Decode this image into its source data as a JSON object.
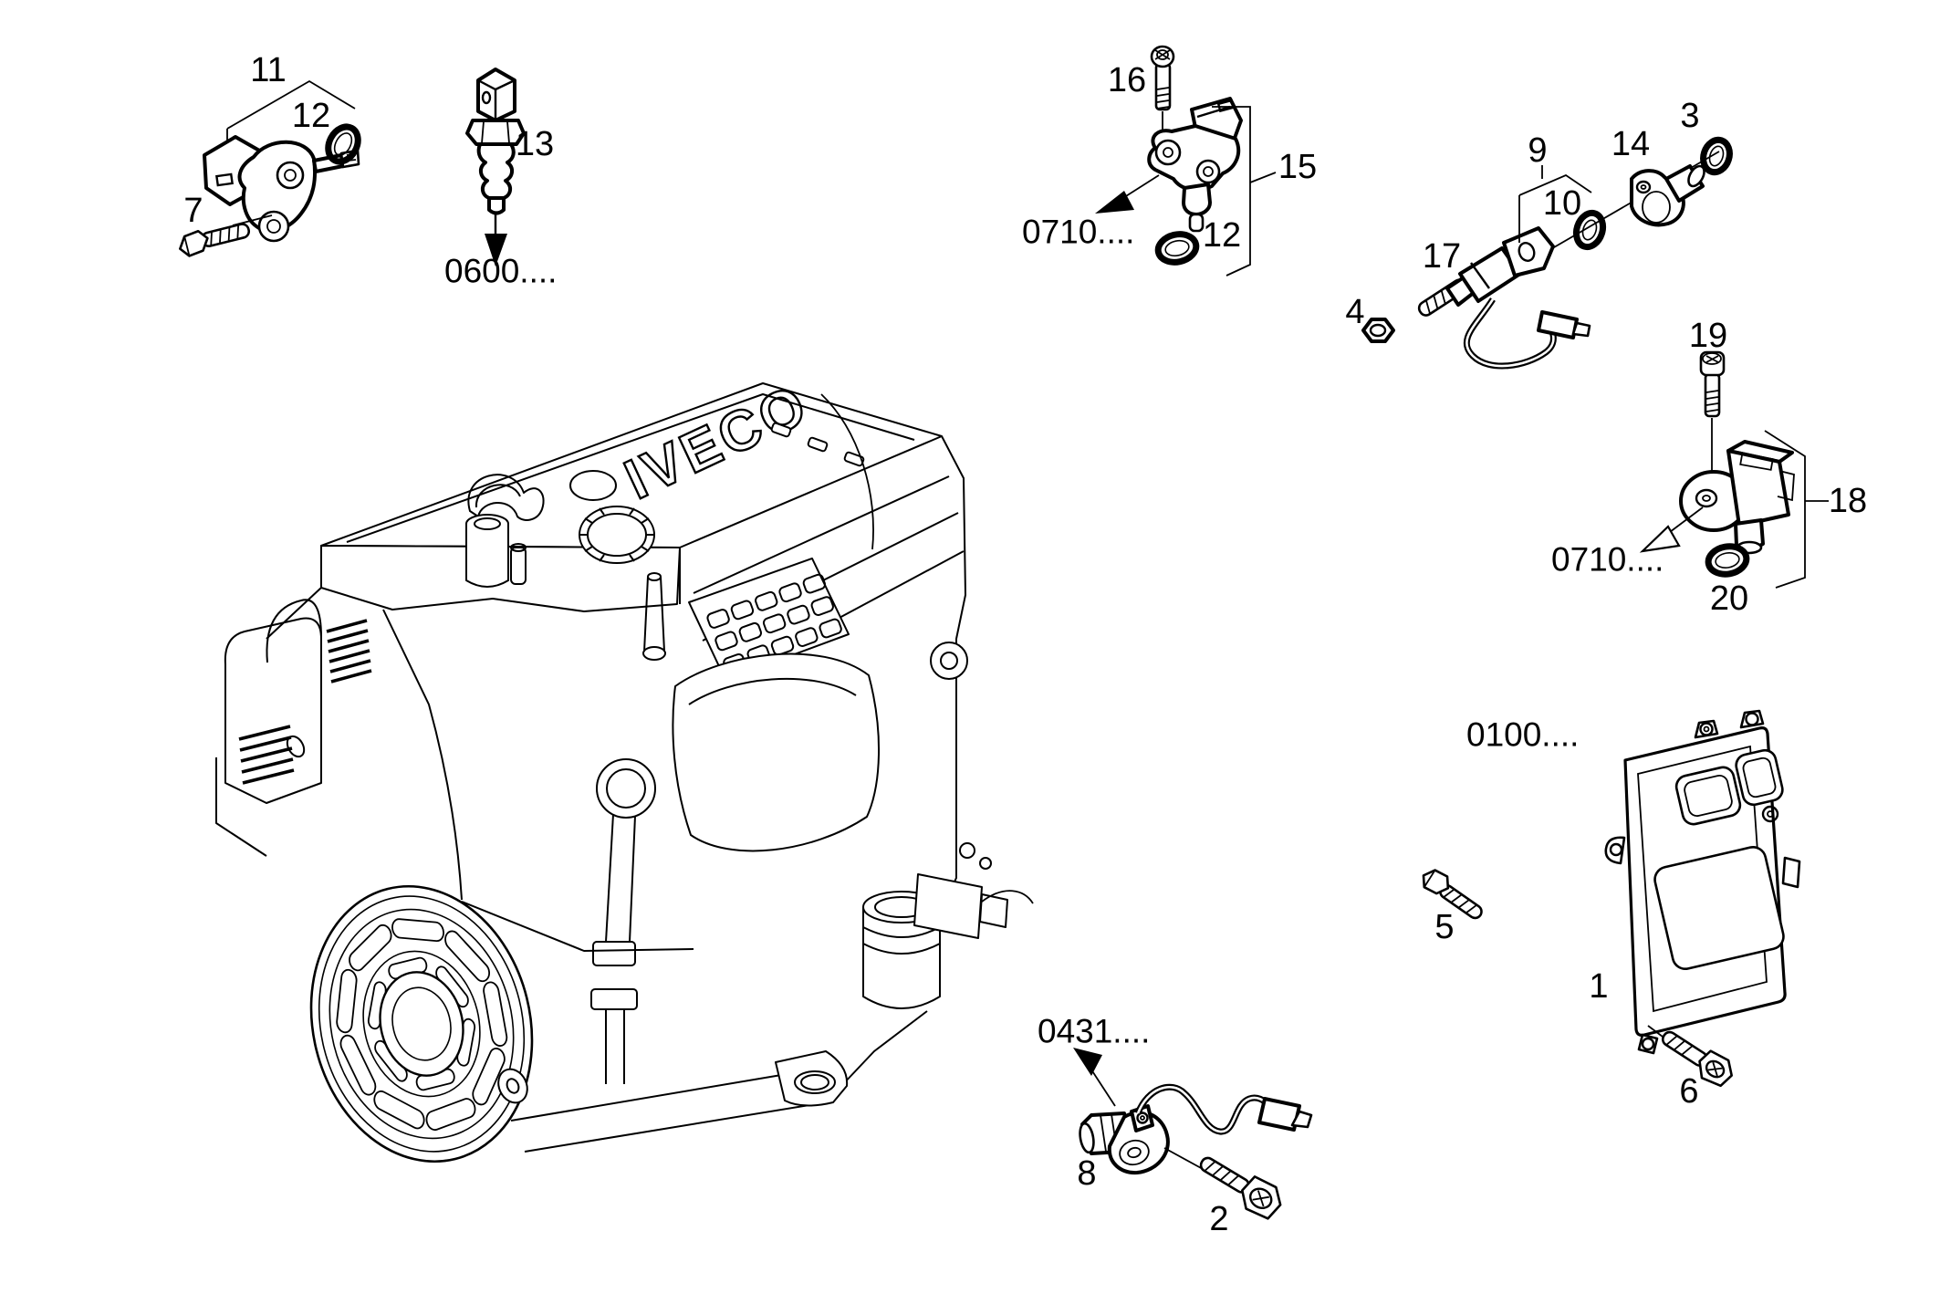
{
  "page": {
    "background": "#ffffff",
    "ink": "#000000"
  },
  "figure": {
    "brand": "IVECO"
  },
  "callouts": {
    "c1": "1",
    "c2": "2",
    "c3": "3",
    "c4": "4",
    "c5": "5",
    "c6": "6",
    "c7": "7",
    "c8": "8",
    "c9": "9",
    "c10": "10",
    "c11": "11",
    "c12": "12",
    "c13": "13",
    "c14": "14",
    "c15": "15",
    "c16": "16",
    "c17": "17",
    "c18": "18",
    "c19": "19",
    "c20": "20"
  },
  "refs": {
    "r0600": "0600....",
    "r0710a": "0710....",
    "r0710b": "0710....",
    "r0100": "0100....",
    "r0431": "0431...."
  }
}
